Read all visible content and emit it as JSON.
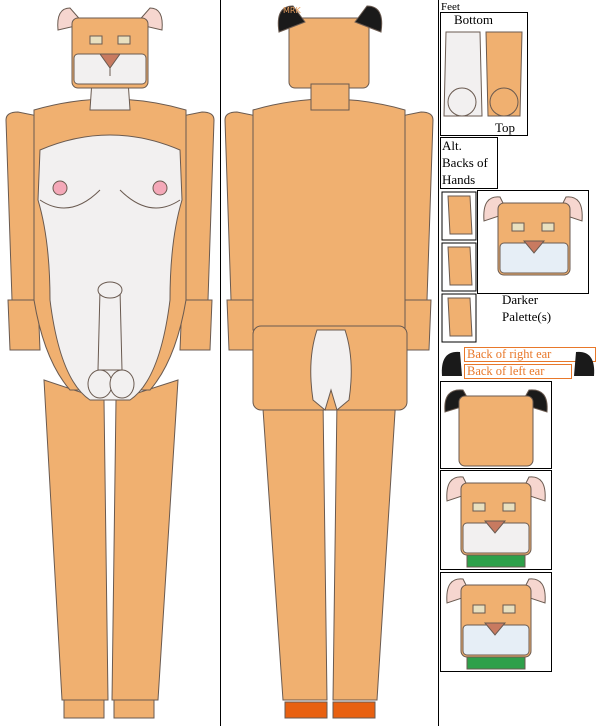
{
  "colors": {
    "fur": "#f0b070",
    "belly": "#f2f0f0",
    "outline": "#6a5a50",
    "nose": "#c87a60",
    "nipple": "#f4a8b8",
    "ear_inner": "#f6d6cf",
    "ear_black": "#1a1a1a",
    "shoe": "#e86010",
    "shirt": "#2ea04a",
    "label_orange": "#e8782a"
  },
  "labels": {
    "feet": "Feet",
    "bottom": "Bottom",
    "top": "Top",
    "alt_hands": [
      "Alt.",
      "Backs of",
      "Hands"
    ],
    "darker_palette": [
      "Darker",
      "Palette(s)"
    ],
    "back_right_ear": "Back of right ear",
    "back_left_ear": "Back of left ear",
    "signature": "MRK"
  }
}
